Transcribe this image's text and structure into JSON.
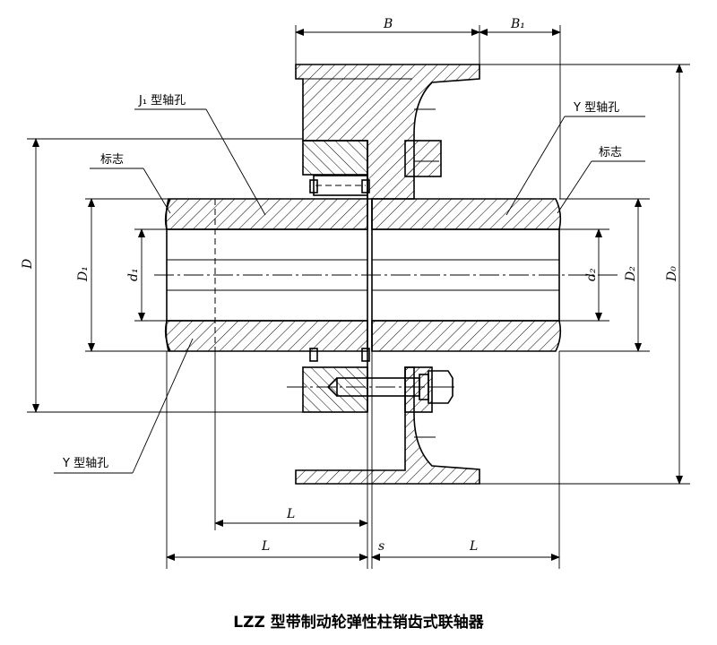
{
  "title": "LZZ 型带制动轮弹性柱销齿式联轴器",
  "labels": {
    "j1_bore": "J₁ 型轴孔",
    "mark_left": "标志",
    "y_bore_right": "Y 型轴孔",
    "mark_right": "标志",
    "y_bore_left": "Y 型轴孔"
  },
  "dims": {
    "B": "B",
    "B1": "B₁",
    "D": "D",
    "D1": "D₁",
    "d1": "d₁",
    "d2": "d₂",
    "D2": "D₂",
    "D0": "D₀",
    "L_upper": "L",
    "L_left": "L",
    "s": "s",
    "L_right": "L"
  }
}
